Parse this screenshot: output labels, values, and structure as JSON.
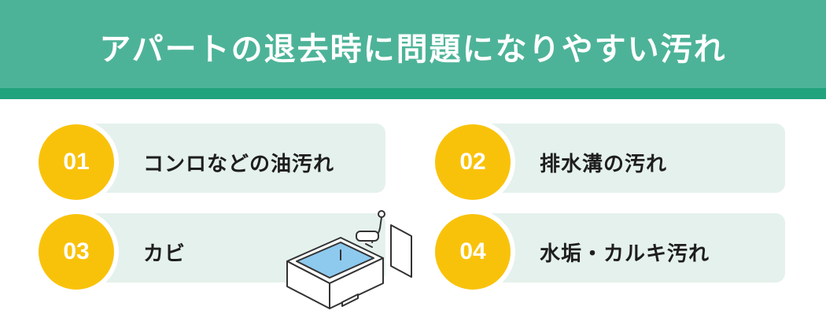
{
  "header": {
    "title": "アパートの退去時に問題になりやすい汚れ"
  },
  "items": [
    {
      "number": "01",
      "label": "コンロなどの油汚れ"
    },
    {
      "number": "02",
      "label": "排水溝の汚れ"
    },
    {
      "number": "03",
      "label": "カビ"
    },
    {
      "number": "04",
      "label": "水垢・カルキ汚れ"
    }
  ],
  "colors": {
    "header": "#4db398",
    "header_stripe": "#21a37e",
    "badge": "#f9c20a",
    "card": "#e5f1ec",
    "water": "#8ec9ee"
  },
  "illustration": {
    "icon": "bathtub-shower-icon"
  }
}
